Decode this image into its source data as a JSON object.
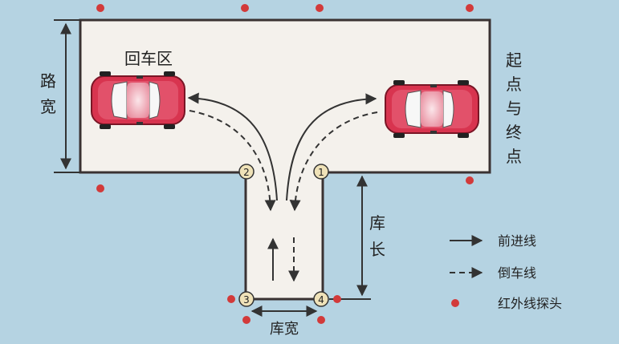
{
  "labels": {
    "turnaround_area": "回车区",
    "start_end": [
      "起",
      "点",
      "与",
      "终",
      "点"
    ],
    "road_width": [
      "路",
      "宽"
    ],
    "bay_length": [
      "库",
      "长"
    ],
    "bay_width": "库宽"
  },
  "corner_markers": [
    "1",
    "2",
    "3",
    "4"
  ],
  "legend": [
    {
      "label": "前进线",
      "icon": "solid-arrow"
    },
    {
      "label": "倒车线",
      "icon": "dashed-arrow"
    },
    {
      "label": "红外线探头",
      "icon": "red-dot"
    }
  ],
  "colors": {
    "background": "#b5d3e2",
    "ground": "#f4f1ec",
    "outline": "#3a3232",
    "arrow": "#333333",
    "sensor": "#d23a3a",
    "car_body": "#d8344f",
    "marker_fill": "#efe2b8"
  }
}
